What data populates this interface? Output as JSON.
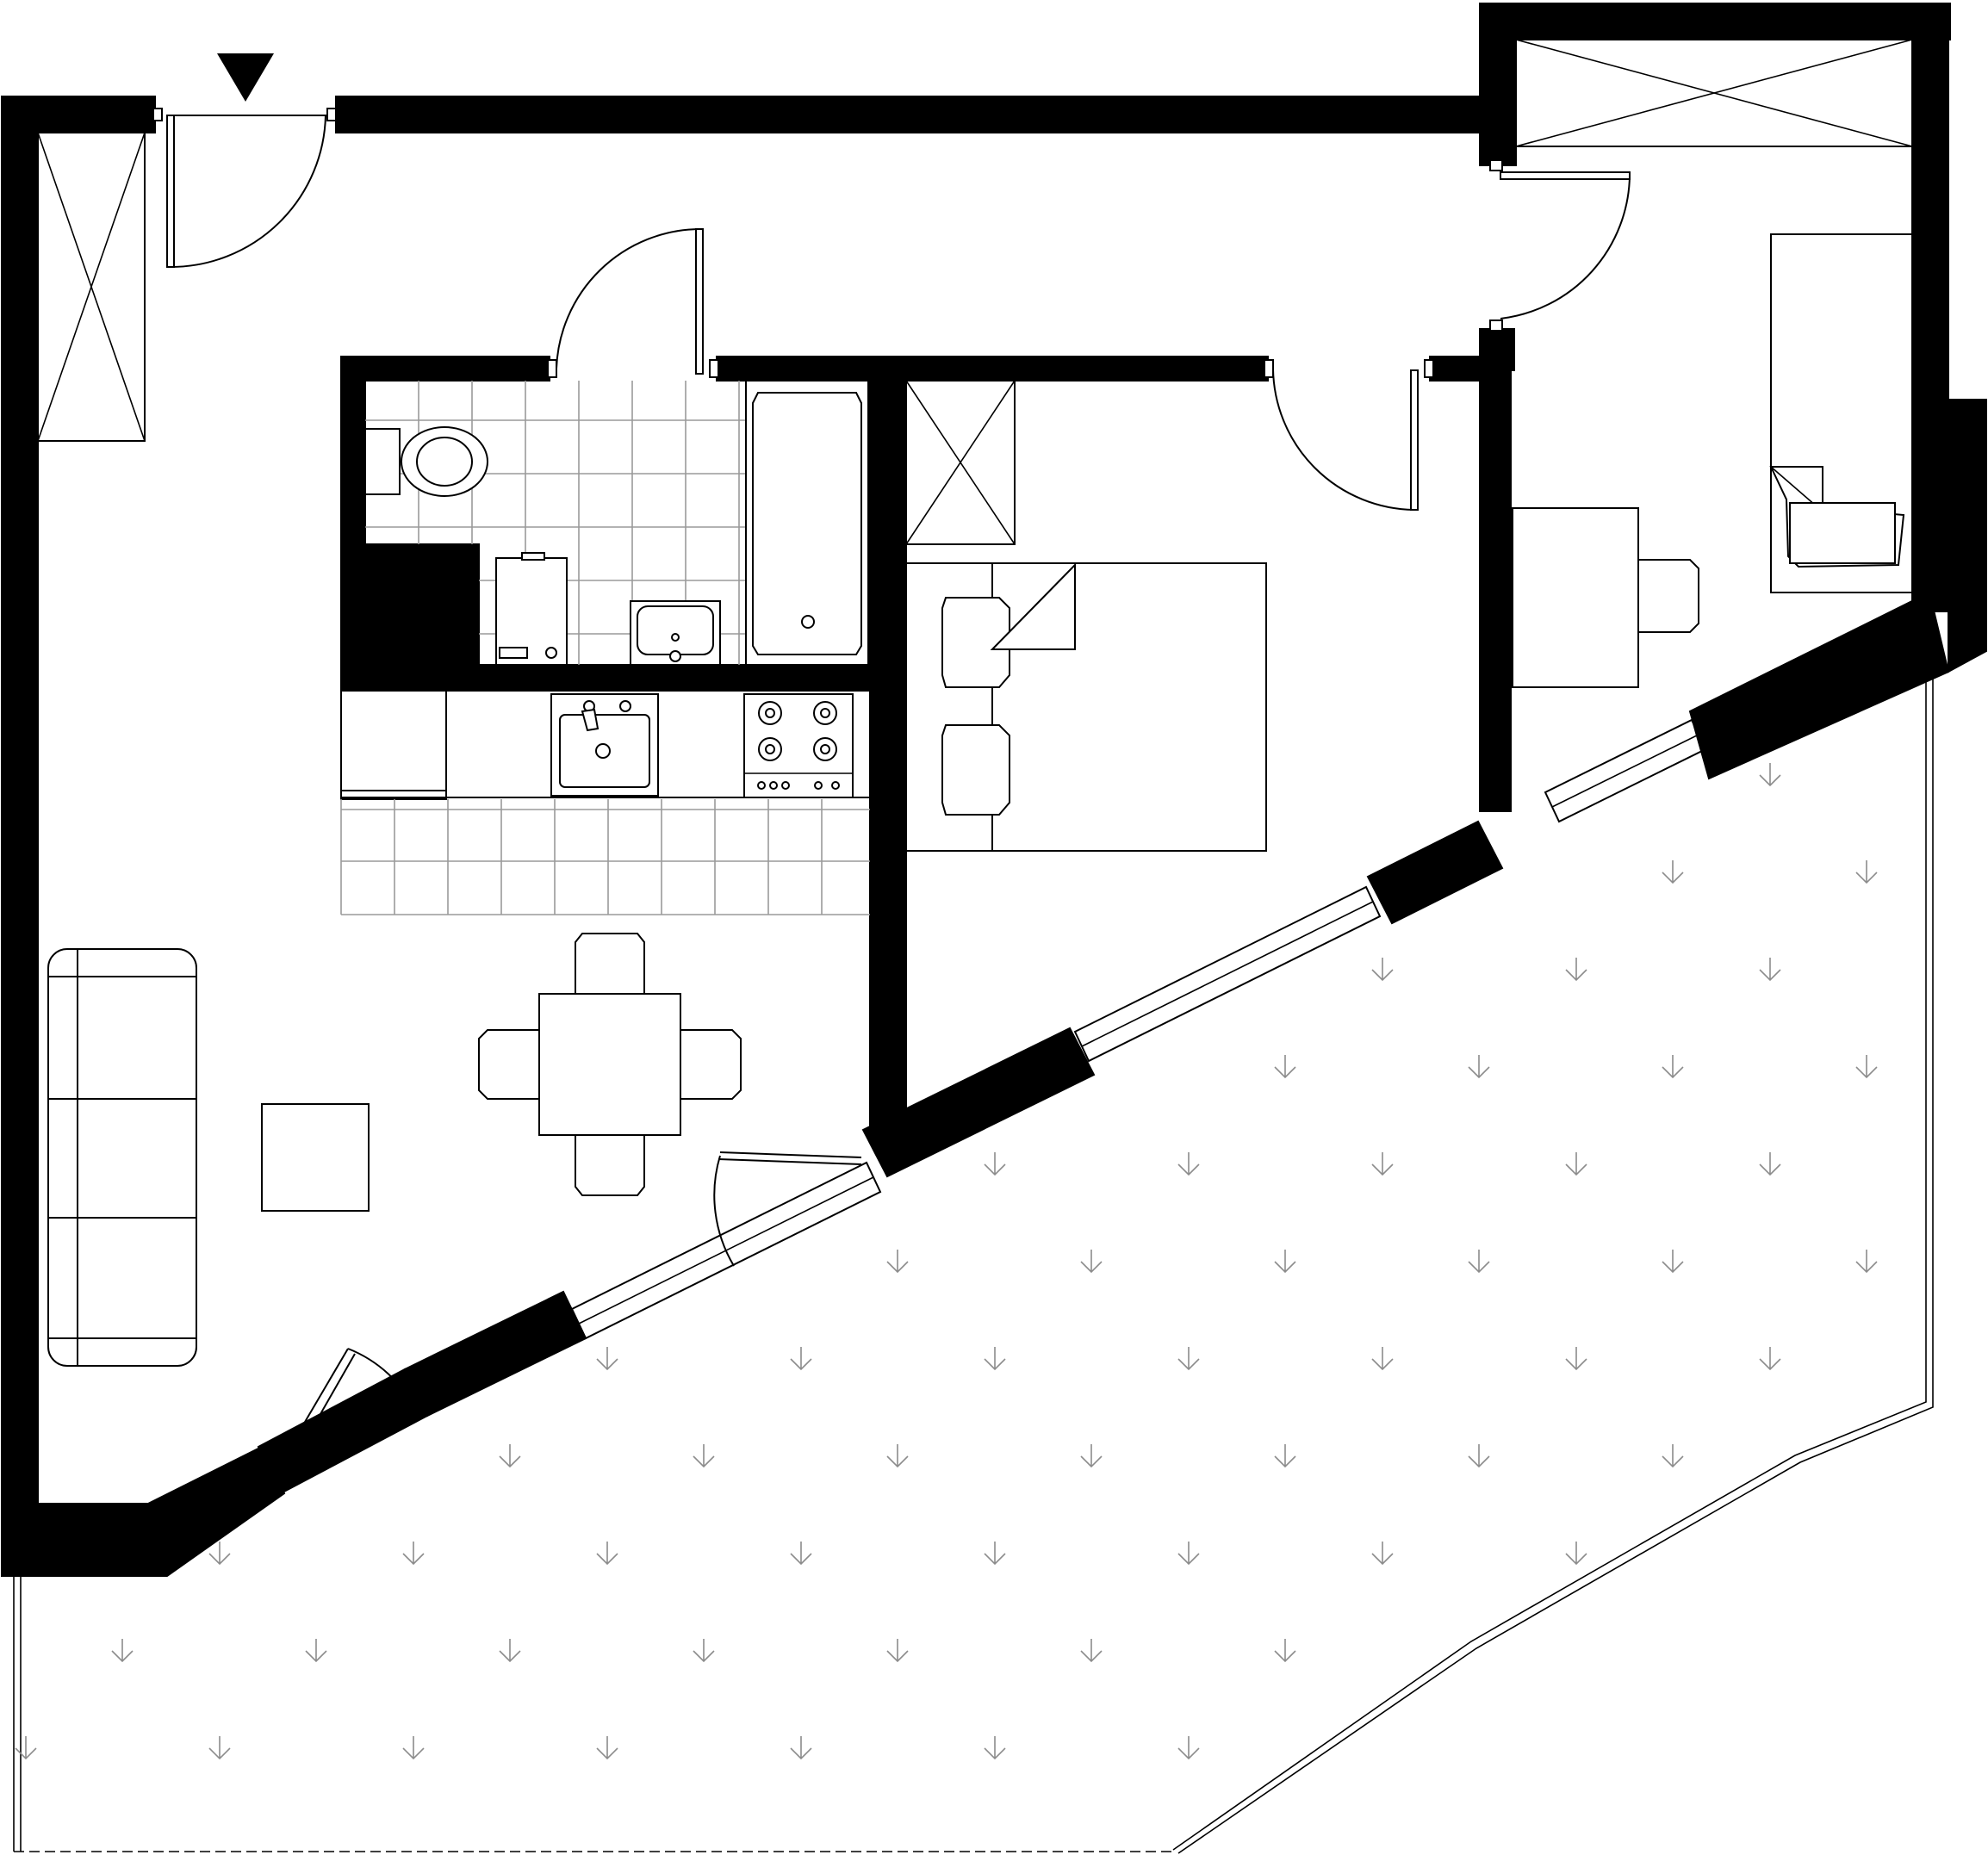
{
  "plan": {
    "rooms": [
      "living-dining",
      "kitchen",
      "bathroom",
      "bedroom",
      "second-bedroom",
      "terrace"
    ],
    "entrance_marker": "triangle-down-icon",
    "colors": {
      "wall": "#000000",
      "line": "#000000",
      "tile_grid": "#9a9a9a",
      "background": "#ffffff"
    }
  }
}
